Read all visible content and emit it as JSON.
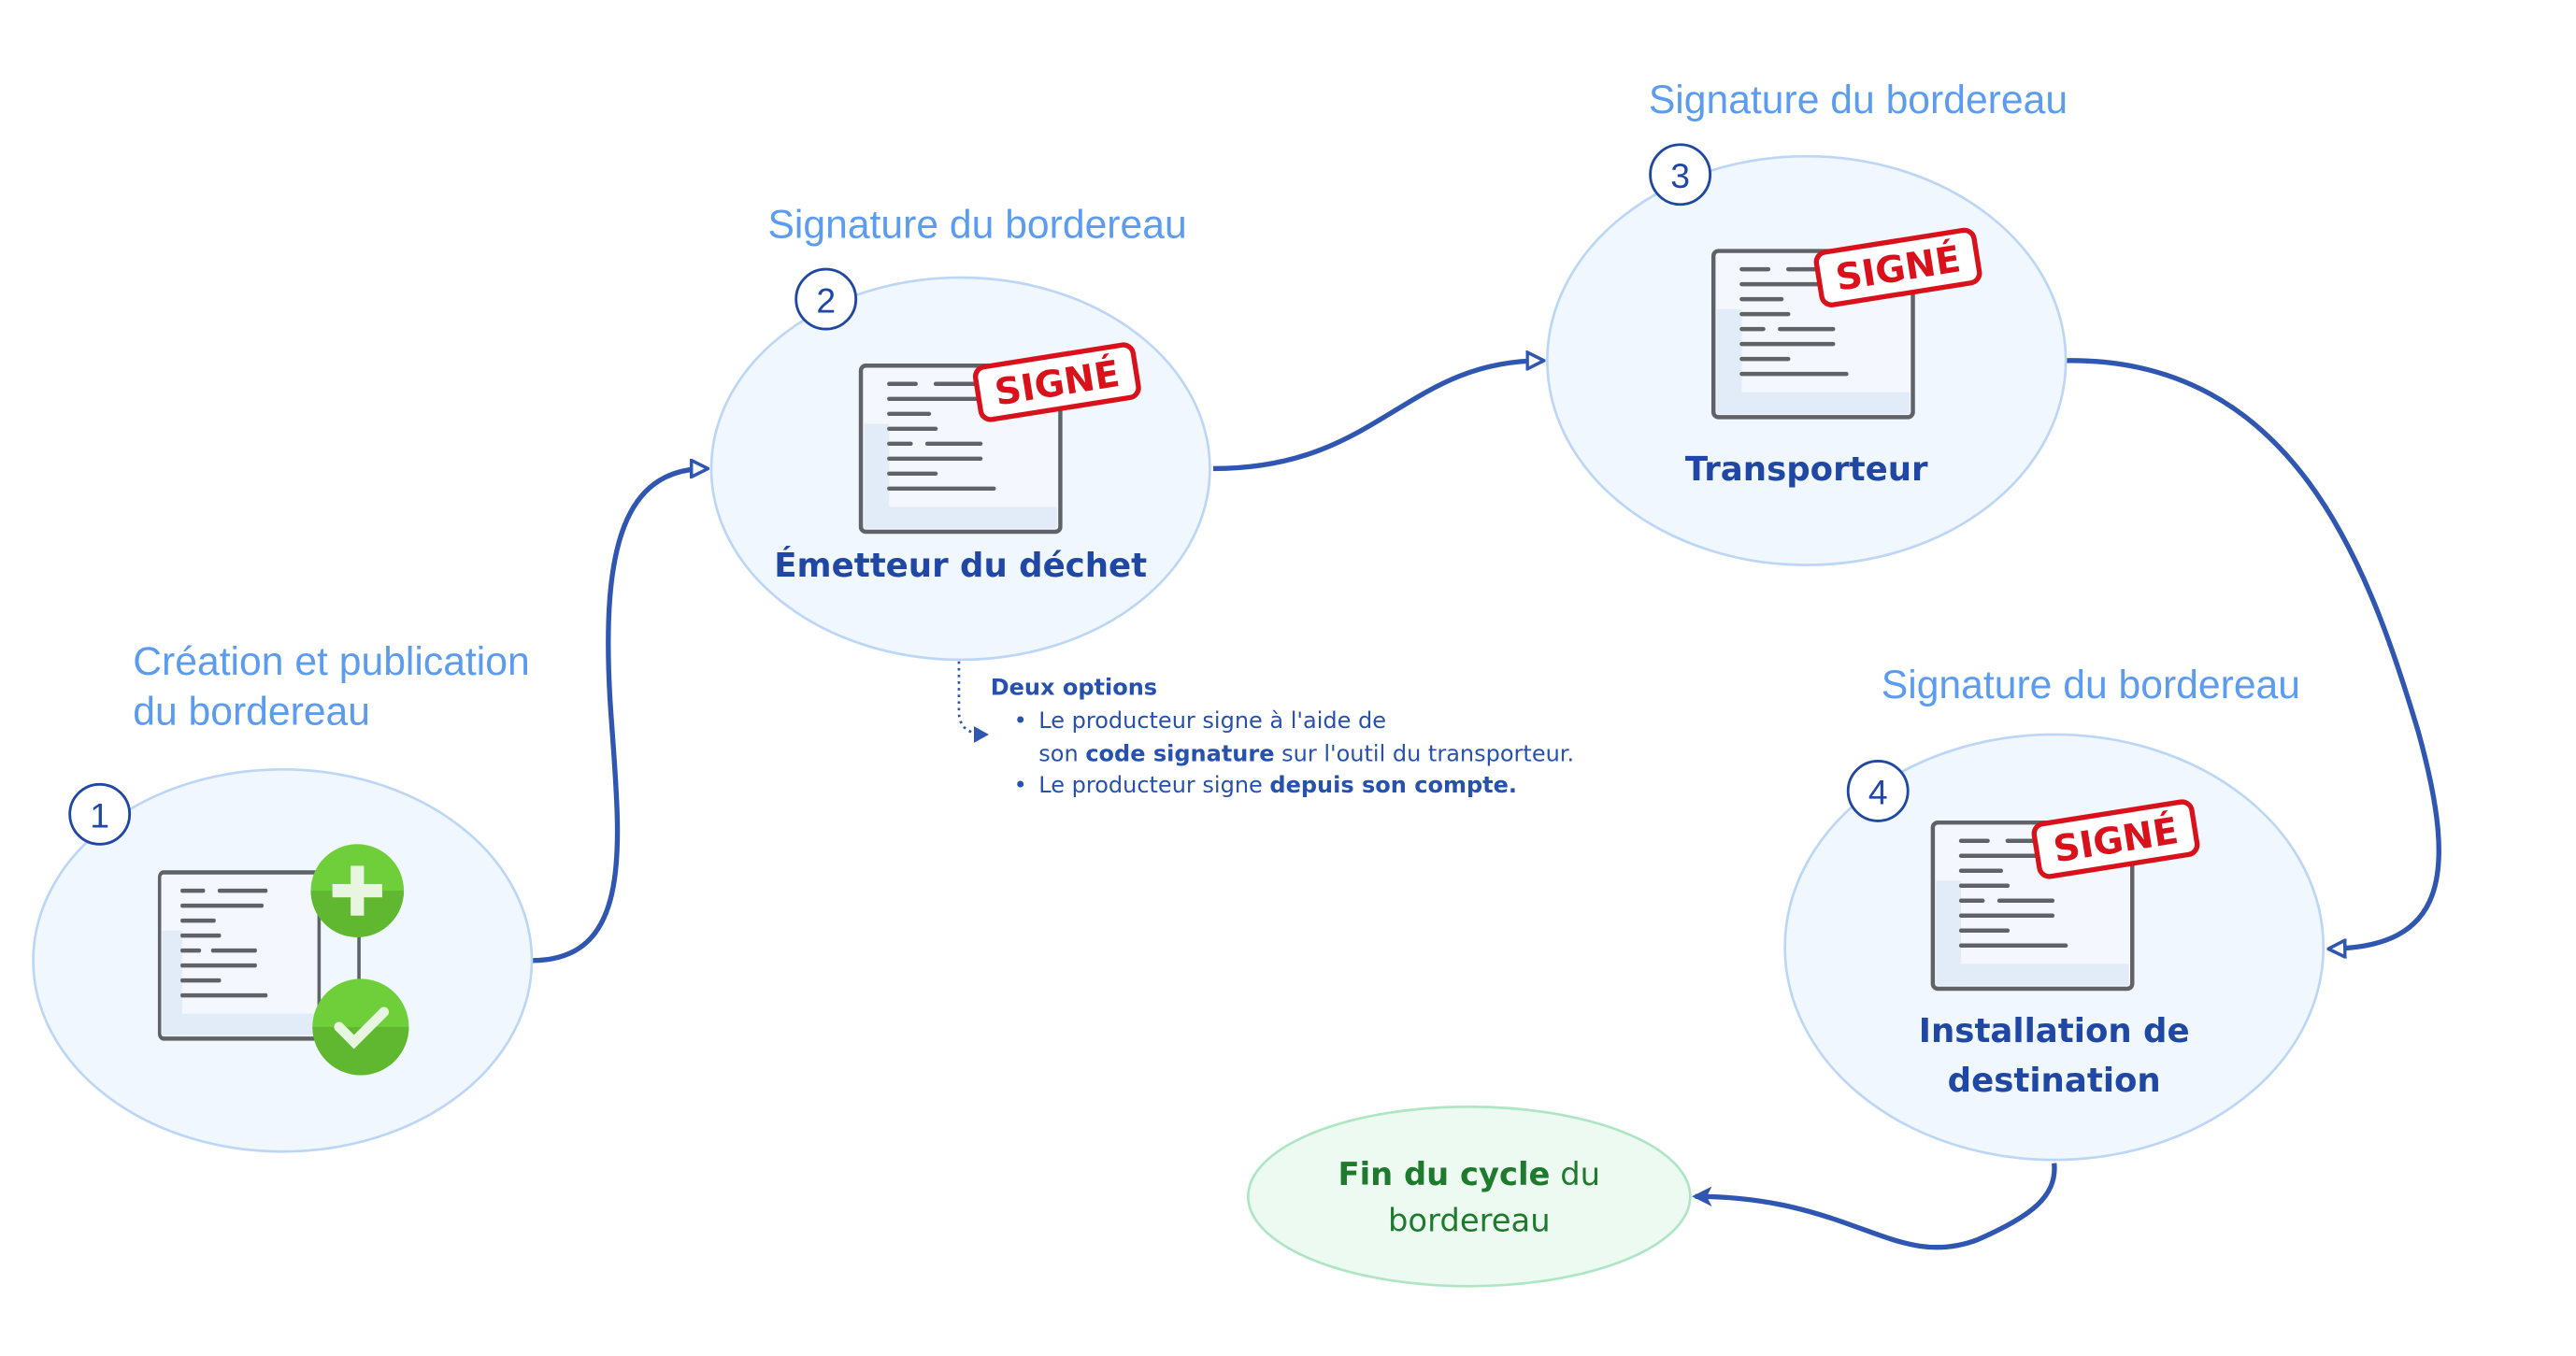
{
  "steps": [
    {
      "number": "1",
      "title_line1": "Création et publication",
      "title_line2": "du bordereau"
    },
    {
      "number": "2",
      "title": "Signature du bordereau",
      "label": "Émetteur du déchet",
      "stamp": "SIGNÉ"
    },
    {
      "number": "3",
      "title": "Signature du bordereau",
      "label": "Transporteur",
      "stamp": "SIGNÉ"
    },
    {
      "number": "4",
      "title": "Signature du bordereau",
      "label_line1": "Installation de",
      "label_line2": "destination",
      "stamp": "SIGNÉ"
    }
  ],
  "end": {
    "bold": "Fin du cycle",
    "rest": " du",
    "line2": "bordereau"
  },
  "note": {
    "heading": "Deux options",
    "bullet1_a": "Le producteur signe à l'aide de",
    "bullet1_b": "son ",
    "bullet1_bold": "code signature",
    "bullet1_c": " sur l'outil du transporteur.",
    "bullet2_a": "Le producteur signe ",
    "bullet2_bold": "depuis son compte."
  },
  "colors": {
    "accent": "#1f47a3",
    "title": "#5b9cf0",
    "stamp": "#d8111b",
    "green": "#6fcf3a",
    "end": "#1e7a2c"
  }
}
